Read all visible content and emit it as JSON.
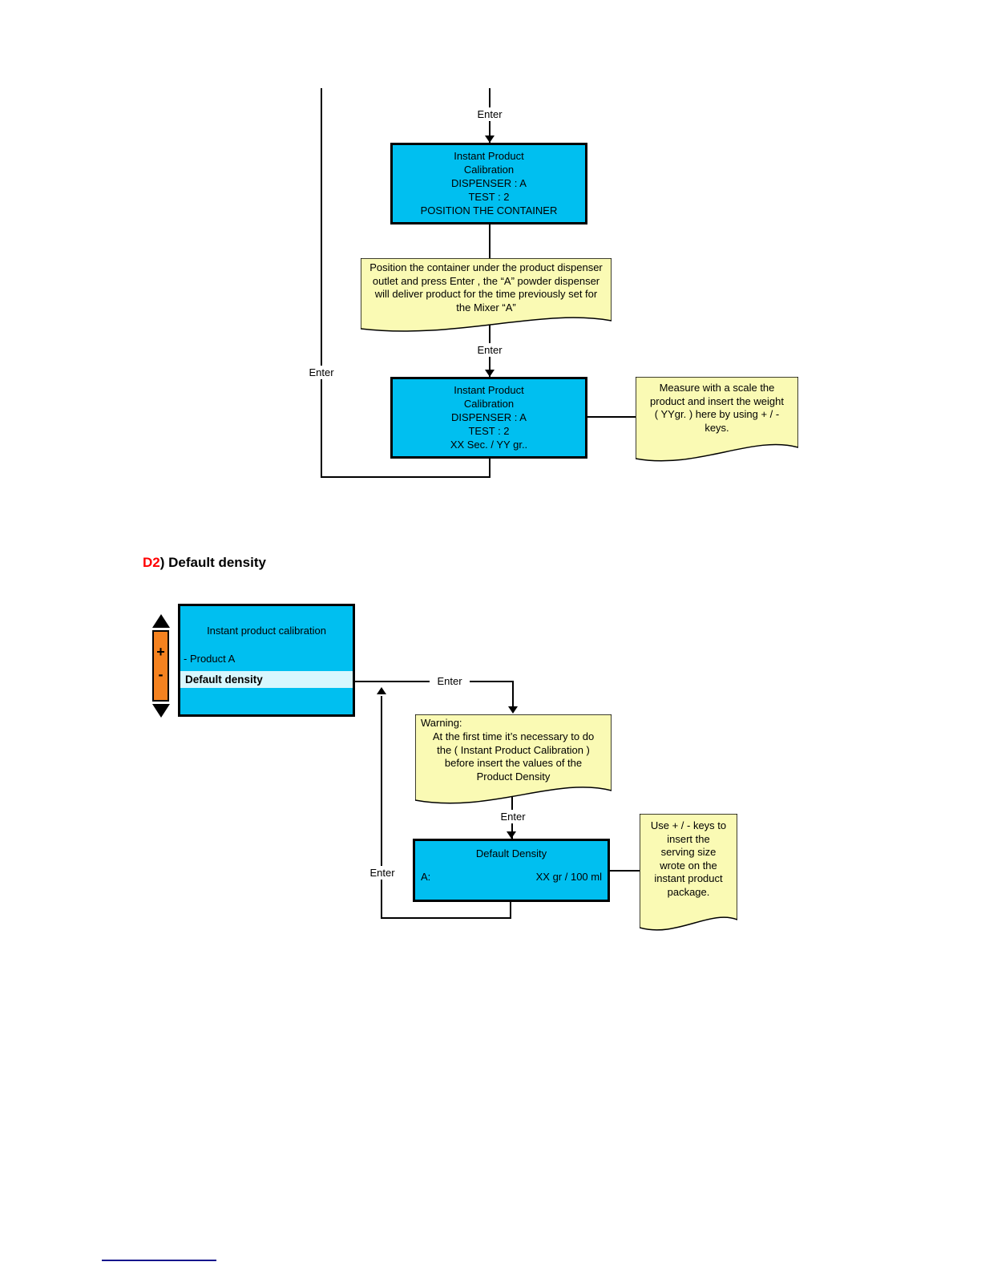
{
  "colors": {
    "screen_cyan": "#00BFF0",
    "highlight_cyan": "#D8F7FE",
    "note_yellow": "#FAFAB4",
    "control_orange": "#F5821F",
    "heading_red": "#FF0000",
    "line_black": "#000000",
    "footer_navy": "#14148C"
  },
  "labels": {
    "enter": "Enter"
  },
  "top_chart": {
    "box1": {
      "lines": [
        "Instant Product",
        "Calibration",
        "DISPENSER : A",
        "TEST : 2",
        "POSITION THE CONTAINER"
      ]
    },
    "note1": {
      "lines": [
        "Position the container under the product dispenser",
        "outlet and press Enter , the  “A” powder dispenser",
        "will deliver product for the time previously set for",
        "the Mixer “A”"
      ]
    },
    "box2": {
      "lines": [
        "Instant Product",
        "Calibration",
        "DISPENSER : A",
        "TEST : 2",
        "XX Sec. / YY gr.."
      ]
    },
    "note2": {
      "lines": [
        "Measure with a scale the",
        "product and insert the weight",
        "( YYgr. ) here by using + / -",
        "keys."
      ]
    }
  },
  "d2_chart": {
    "heading": {
      "prefix": "D2",
      "rest": ") Default density"
    },
    "scroll": {
      "plus": "+",
      "minus": "-"
    },
    "menu": {
      "title": "Instant product calibration",
      "product_item": "- Product  A",
      "selected_item": "Default density"
    },
    "warning": {
      "title": "Warning:",
      "lines": [
        "At the first time it’s necessary to do",
        "the ( Instant Product Calibration )",
        "before insert the values of the",
        "Product Density"
      ]
    },
    "dd_box": {
      "title": "Default Density",
      "channel": "A:",
      "value": "XX gr / 100 ml"
    },
    "use_note": {
      "lines": [
        "Use + / - keys to",
        "insert the",
        "serving size",
        "wrote on the",
        "instant product",
        "package."
      ]
    }
  }
}
